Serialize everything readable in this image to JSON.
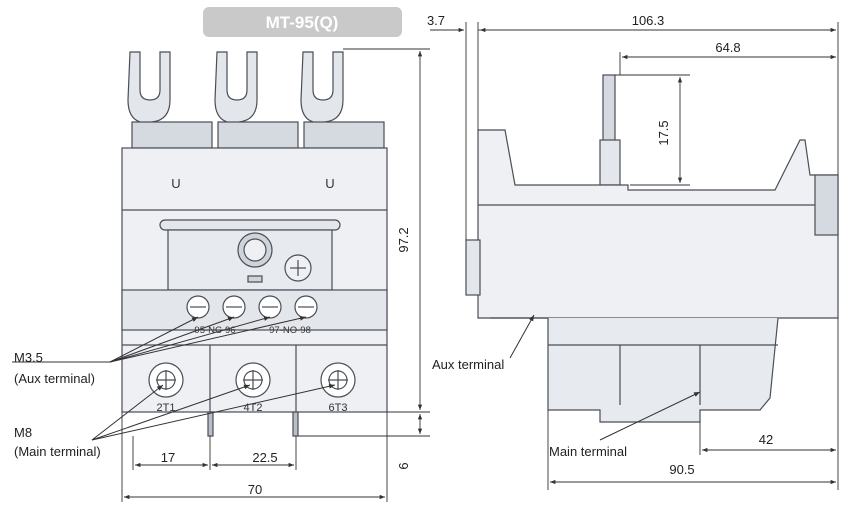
{
  "title": "MT-95(Q)",
  "colors": {
    "body_face": "#eef0f4",
    "body_shade": "#d5d9e0",
    "body_dark": "#b9bec7",
    "outline": "#4a4e56",
    "dim_line": "#333333",
    "title_badge": "#c9c9c9",
    "title_text": "#ffffff"
  },
  "front_view": {
    "screw_labels": [
      "95-NC-96",
      "97-NO-98"
    ],
    "terminal_numbers": [
      "2T1",
      "4T2",
      "6T3"
    ],
    "window_marks": [
      "U",
      "U"
    ],
    "callouts": {
      "aux": {
        "size": "M3.5",
        "name": "(Aux terminal)"
      },
      "main": {
        "size": "M8",
        "name": "(Main terminal)"
      }
    },
    "icons": [
      "fork-terminal-icon",
      "reset-button-icon",
      "dial-icon",
      "screw-icon"
    ]
  },
  "side_view": {
    "callouts": {
      "aux": "Aux terminal",
      "main": "Main terminal"
    }
  },
  "dimensions": {
    "overall_width": "70",
    "pitch_1": "17",
    "pitch_2": "22.5",
    "height": "97.2",
    "pin_length": "6",
    "depth": "106.3",
    "offset_left": "3.7",
    "upper_depth": "64.8",
    "top_height": "17.5",
    "lower_depth": "90.5",
    "rear_depth": "42"
  }
}
